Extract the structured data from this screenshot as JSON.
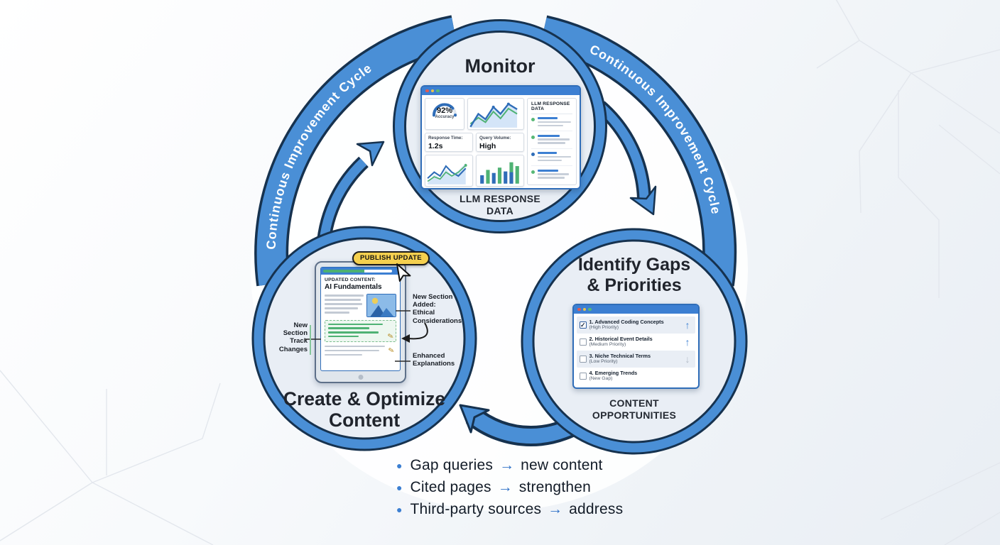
{
  "colors": {
    "band_blue": "#4a8fd6",
    "band_outline_navy": "#16324f",
    "accent_blue": "#3c7fd2",
    "green": "#4fb274",
    "yellow_button": "#f5d04f",
    "circle_fill": "#e9eef5",
    "text_dark": "#20242c",
    "gray_line": "#c3cad4"
  },
  "cycle": {
    "left_arc_label": "Continuous Improvement Cycle",
    "right_arc_label": "Continuous Improvement Cycle"
  },
  "monitor": {
    "title": "Monitor",
    "caption": "LLM RESPONSE\nDATA",
    "dashboard": {
      "gauge_value": "92%",
      "gauge_label": "Accuracy",
      "response_time_label": "Response Time:",
      "response_time_value": "1.2s",
      "query_volume_label": "Query Volume:",
      "query_volume_value": "High",
      "panel_header": "LLM RESPONSE DATA"
    }
  },
  "identify": {
    "title": "Identify Gaps\n& Priorities",
    "caption": "CONTENT\nOPPORTUNITIES",
    "check_glyph": "✓",
    "checklist": [
      {
        "title": "1. Advanced Coding Concepts",
        "subtitle": "(High Priority)",
        "checked": true,
        "arrow_glyph": "↑"
      },
      {
        "title": "2. Historical Event Details",
        "subtitle": "(Medium Priority)",
        "checked": false,
        "arrow_glyph": "↑"
      },
      {
        "title": "3. Niche Technical Terms",
        "subtitle": "(Low Priority)",
        "checked": false,
        "arrow_glyph": "↓"
      },
      {
        "title": "4. Emerging Trends",
        "subtitle": "(New Gap)",
        "checked": false,
        "arrow_glyph": ""
      }
    ]
  },
  "create": {
    "title": "Create & Optimize\nContent",
    "publish_button": "PUBLISH UPDATE",
    "doc_heading_label": "UPDATED CONTENT:",
    "doc_heading_title": "AI Fundamentals",
    "label_new_section_track": "New\nSection\nTrack\nChanges",
    "label_new_section_added": "New Section\nAdded:\nEthical\nConsiderations",
    "label_enhanced": "Enhanced\nExplanations"
  },
  "legend": {
    "bullet_glyph": "●",
    "arrow_glyph": "→",
    "items": [
      {
        "term": "Gap queries",
        "result": "new content"
      },
      {
        "term": "Cited pages",
        "result": "strengthen"
      },
      {
        "term": "Third-party sources",
        "result": "address"
      }
    ]
  }
}
